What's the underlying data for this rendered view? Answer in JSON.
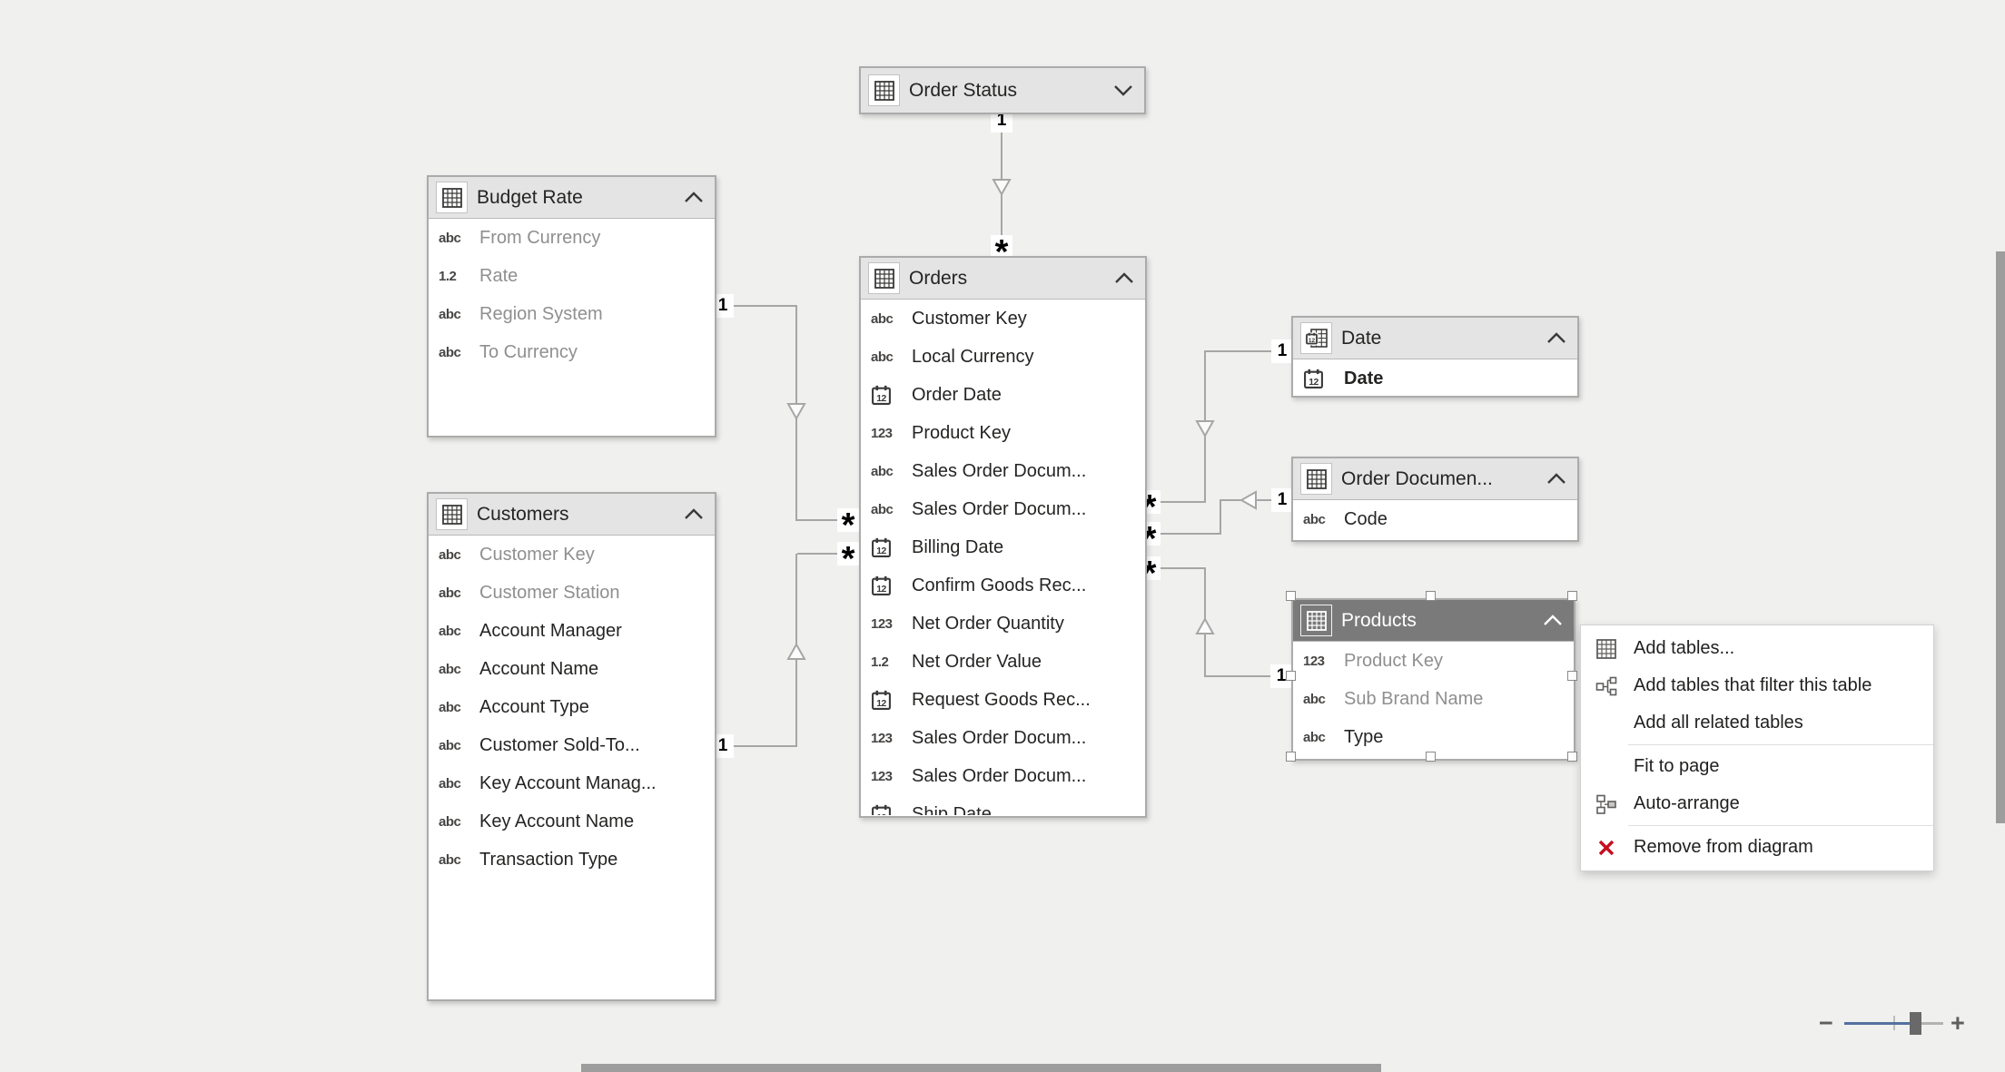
{
  "cardinality": {
    "one": "1",
    "many": "*"
  },
  "field_type_icons": {
    "text": "abc",
    "whole_number": "123",
    "decimal": "1.2",
    "date_day": "12"
  },
  "tables": {
    "order_status": {
      "name": "Order Status",
      "collapsed": true,
      "fields": []
    },
    "budget_rate": {
      "name": "Budget Rate",
      "fields": [
        {
          "type": "text",
          "label": "From Currency"
        },
        {
          "type": "decimal",
          "label": "Rate"
        },
        {
          "type": "text",
          "label": "Region System"
        },
        {
          "type": "text",
          "label": "To Currency"
        }
      ]
    },
    "customers": {
      "name": "Customers",
      "fields": [
        {
          "type": "text",
          "label": "Customer Key"
        },
        {
          "type": "text",
          "label": "Customer Station"
        },
        {
          "type": "text",
          "label": "Account Manager"
        },
        {
          "type": "text",
          "label": "Account Name"
        },
        {
          "type": "text",
          "label": "Account Type"
        },
        {
          "type": "text",
          "label": "Customer Sold-To..."
        },
        {
          "type": "text",
          "label": "Key Account Manag..."
        },
        {
          "type": "text",
          "label": "Key Account Name"
        },
        {
          "type": "text",
          "label": "Transaction Type"
        }
      ]
    },
    "orders": {
      "name": "Orders",
      "fields": [
        {
          "type": "text",
          "label": "Customer Key"
        },
        {
          "type": "text",
          "label": "Local Currency"
        },
        {
          "type": "date",
          "label": "Order Date"
        },
        {
          "type": "whole_number",
          "label": "Product Key"
        },
        {
          "type": "text",
          "label": "Sales Order Docum..."
        },
        {
          "type": "text",
          "label": "Sales Order Docum..."
        },
        {
          "type": "date",
          "label": "Billing Date"
        },
        {
          "type": "date",
          "label": "Confirm Goods Rec..."
        },
        {
          "type": "whole_number",
          "label": "Net Order Quantity"
        },
        {
          "type": "decimal",
          "label": "Net Order Value"
        },
        {
          "type": "date",
          "label": "Request Goods Rec..."
        },
        {
          "type": "whole_number",
          "label": "Sales Order Docum..."
        },
        {
          "type": "whole_number",
          "label": "Sales Order Docum..."
        },
        {
          "type": "date",
          "label": "Ship Date"
        }
      ]
    },
    "date": {
      "name": "Date",
      "fields": [
        {
          "type": "date",
          "label": "Date",
          "bold": true
        }
      ]
    },
    "order_documents": {
      "name": "Order Documen...",
      "fields": [
        {
          "type": "text",
          "label": "Code"
        }
      ]
    },
    "products": {
      "name": "Products",
      "selected": true,
      "fields": [
        {
          "type": "whole_number",
          "label": "Product Key"
        },
        {
          "type": "text",
          "label": "Sub Brand Name"
        },
        {
          "type": "text",
          "label": "Type"
        }
      ]
    }
  },
  "context_menu": {
    "items": [
      {
        "label": "Add tables...",
        "icon": "table-grid-icon"
      },
      {
        "label": "Add tables that filter this table",
        "icon": "filter-tables-icon"
      },
      {
        "label": "Add all related tables",
        "icon": ""
      },
      {
        "label": "Fit to page",
        "icon": ""
      },
      {
        "label": "Auto-arrange",
        "icon": "auto-arrange-icon"
      },
      {
        "label": "Remove from diagram",
        "icon": "remove-x-icon"
      }
    ]
  },
  "zoom_control": {
    "minus": "−",
    "plus": "+"
  },
  "colors": {
    "canvas": "#f0f0ef",
    "table_header": "#e4e4e4",
    "selected_header": "#7a7a7a",
    "table_border": "#ababab",
    "relationship_line": "#a6a6a6",
    "muted_field_text": "#8f8f8f",
    "field_text": "#252423",
    "remove_icon": "#c50f1f",
    "slider_accent": "#54719f"
  }
}
